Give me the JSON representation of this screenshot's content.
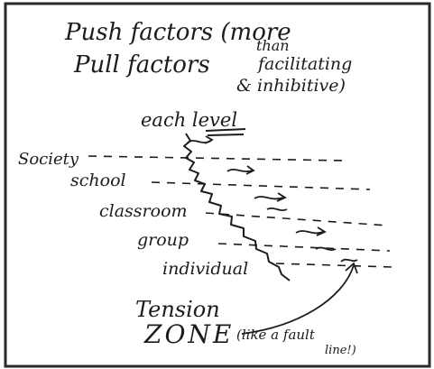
{
  "header": {
    "line1": "Push factors (more",
    "line2": "Pull factors",
    "aside_line1": "than",
    "aside_line2": "facilitating",
    "aside_line3": "& inhibitive)"
  },
  "diagram": {
    "top_label": "each level",
    "levels": [
      "Society",
      "school",
      "classroom",
      "group",
      "individual"
    ],
    "zone_title_line1": "Tension",
    "zone_title_line2": "ZONE",
    "zone_note_line1": "(like a fault",
    "zone_note_line2": "line!)"
  },
  "colors": {
    "ink": "#1c1c1c",
    "border": "#2a2a2a",
    "paper": "#ffffff"
  }
}
